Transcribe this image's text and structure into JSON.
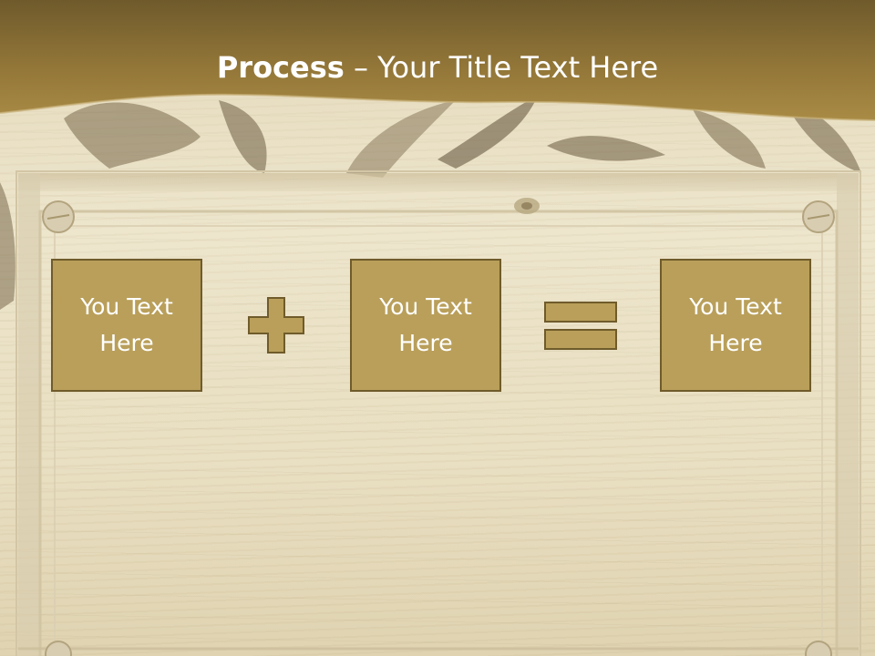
{
  "title": {
    "bold": "Process",
    "rest": " – Your Title Text Here"
  },
  "boxes": [
    {
      "text": "You Text Here"
    },
    {
      "text": "You Text Here"
    },
    {
      "text": "You Text Here"
    }
  ],
  "operators": [
    "plus-icon",
    "equals-icon"
  ],
  "colors": {
    "header_band": "#8f7538",
    "box_fill": "#b99f5a",
    "box_border": "#6f5b2b",
    "text": "#ffffff"
  }
}
